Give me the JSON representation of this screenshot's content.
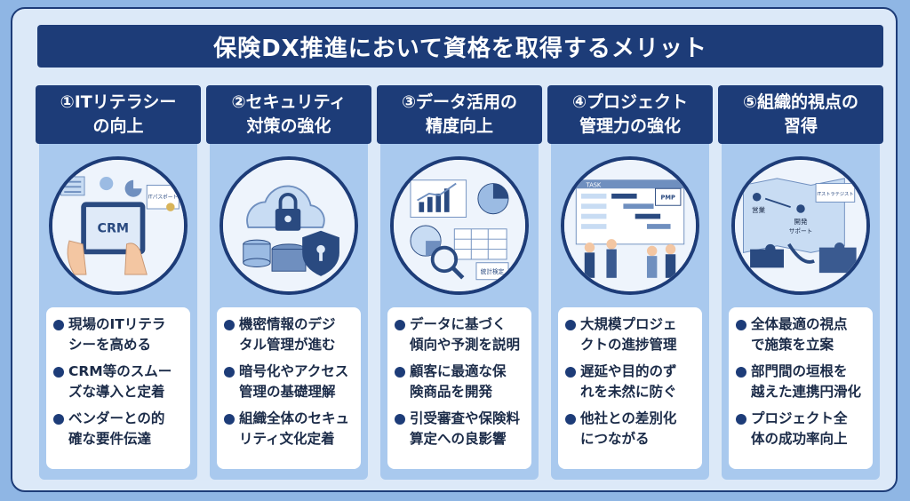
{
  "title": "保険DX推進において資格を取得するメリット",
  "columns": [
    {
      "heading": [
        "①ITリテラシー",
        "の向上"
      ],
      "illustration": {
        "label_cert": "ITパスポート",
        "label_screen": "CRM"
      },
      "bullets": [
        [
          "現場のITリテラ",
          "シーを高める"
        ],
        [
          "CRM等のスムー",
          "ズな導入と定着"
        ],
        [
          "ベンダーとの的",
          "確な要件伝達"
        ]
      ]
    },
    {
      "heading": [
        "②セキュリティ",
        "対策の強化"
      ],
      "illustration": {},
      "bullets": [
        [
          "機密情報のデジ",
          "タル管理が進む"
        ],
        [
          "暗号化やアクセス",
          "管理の基礎理解"
        ],
        [
          "組織全体のセキュ",
          "リティ文化定着"
        ]
      ]
    },
    {
      "heading": [
        "③データ活用の",
        "精度向上"
      ],
      "illustration": {
        "label_cert": "統計検定"
      },
      "bullets": [
        [
          "データに基づく",
          "傾向や予測を説明"
        ],
        [
          "顧客に最適な保",
          "険商品を開発"
        ],
        [
          "引受審査や保険料",
          "算定への良影響"
        ]
      ]
    },
    {
      "heading": [
        "④プロジェクト",
        "管理力の強化"
      ],
      "illustration": {
        "label_cert": "PMP",
        "label_board": "TASK"
      },
      "bullets": [
        [
          "大規模プロジェ",
          "クトの進捗管理"
        ],
        [
          "遅延や目的のず",
          "れを未然に防ぐ"
        ],
        [
          "他社との差別化",
          "につながる"
        ]
      ]
    },
    {
      "heading": [
        "⑤組織的視点の",
        "習得"
      ],
      "illustration": {
        "label_cert": "ITストラテジスト",
        "label_a": "営業",
        "label_b": "開発",
        "label_c": "サポート"
      },
      "bullets": [
        [
          "全体最適の視点",
          "で施策を立案"
        ],
        [
          "部門間の垣根を",
          "越えた連携円滑化"
        ],
        [
          "プロジェクト全",
          "体の成功率向上"
        ]
      ]
    }
  ]
}
